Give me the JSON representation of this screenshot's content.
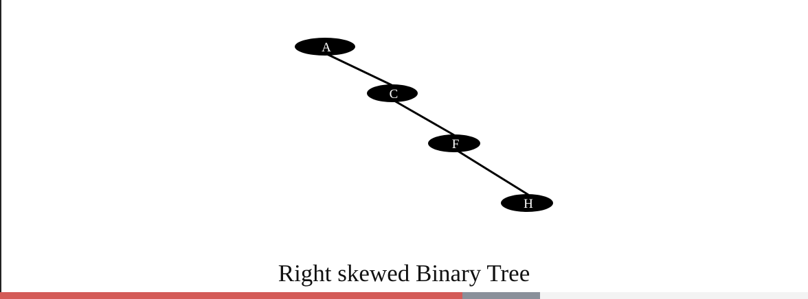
{
  "diagram": {
    "caption": "Right skewed Binary Tree",
    "nodes": [
      {
        "id": "A",
        "label": "A"
      },
      {
        "id": "C",
        "label": "C"
      },
      {
        "id": "F",
        "label": "F"
      },
      {
        "id": "H",
        "label": "H"
      }
    ],
    "edges": [
      {
        "from": "A",
        "to": "C"
      },
      {
        "from": "C",
        "to": "F"
      },
      {
        "from": "F",
        "to": "H"
      }
    ],
    "node_color": "#000000",
    "label_color": "#ffffff",
    "edge_color": "#000000"
  },
  "progress": {
    "played_fraction": 0.572,
    "buffered_fraction": 0.668,
    "played_color": "#d45b58",
    "buffered_color": "#8a909a",
    "track_color": "#f3f3f3"
  }
}
